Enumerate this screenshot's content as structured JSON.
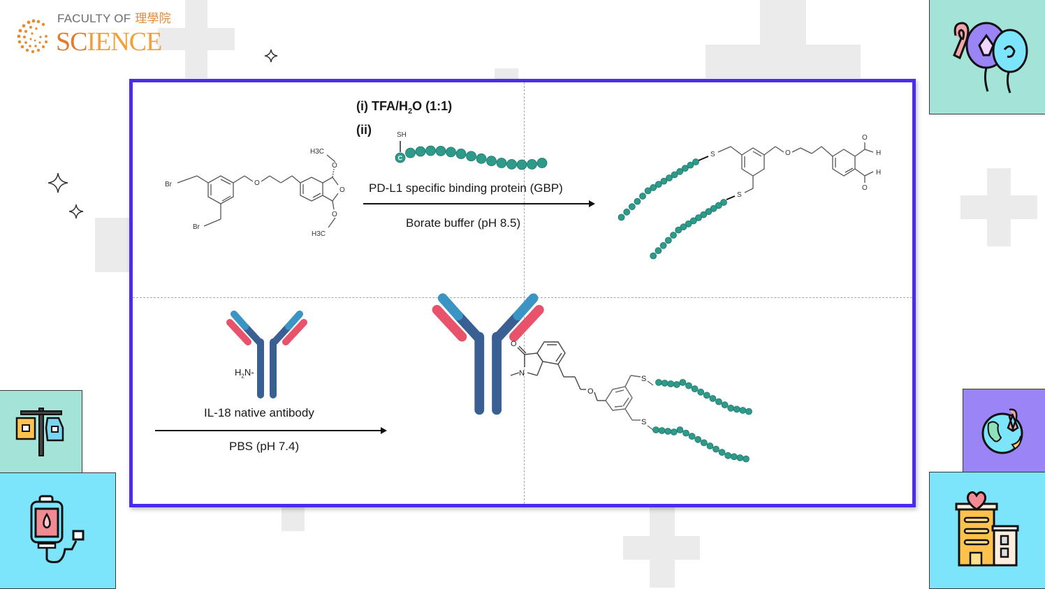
{
  "logo": {
    "line1": "FACULTY OF",
    "line1_cjk": "理學院",
    "line2_a": "SC",
    "line2_b": "I",
    "line2_c": "ENCE"
  },
  "colors": {
    "frame_border": "#4a2cf0",
    "peptide": "#2e9a8a",
    "antibody_heavy": "#3a5f93",
    "antibody_light_blue": "#3a95c4",
    "antibody_light_red": "#e8526a",
    "tile_mint": "#a3e3d8",
    "tile_cyan": "#7de5fb",
    "tile_purple": "#9b84f6",
    "logo_orange": "#e37b2a"
  },
  "scheme": {
    "step1_label": "(i) TFA/H",
    "step1_sub": "2",
    "step1_rest": "O (1:1)",
    "step2_label": "(ii)",
    "thiol_label": "SH",
    "cys_label": "C",
    "reagent_top": "PD-L1 specific binding protein (GBP)",
    "reagent_bottom": "Borate buffer (pH 8.5)",
    "antibody_amine_prefix": "H",
    "antibody_amine_sub": "2",
    "antibody_amine_suffix": "N-",
    "reagent2_top": "IL-18 native antibody",
    "reagent2_bottom": "PBS (pH 7.4)",
    "atoms": {
      "br": "Br",
      "o": "O",
      "h3c": "H3C",
      "s": "S",
      "h": "H",
      "n": "N"
    }
  },
  "icons": {
    "top_right": "balloons-ribbon-icon",
    "left_upper": "iv-drip-stand-icon",
    "left_lower": "blood-bag-icon",
    "right_upper": "globe-ribbon-icon",
    "right_lower": "hospital-heart-icon"
  }
}
